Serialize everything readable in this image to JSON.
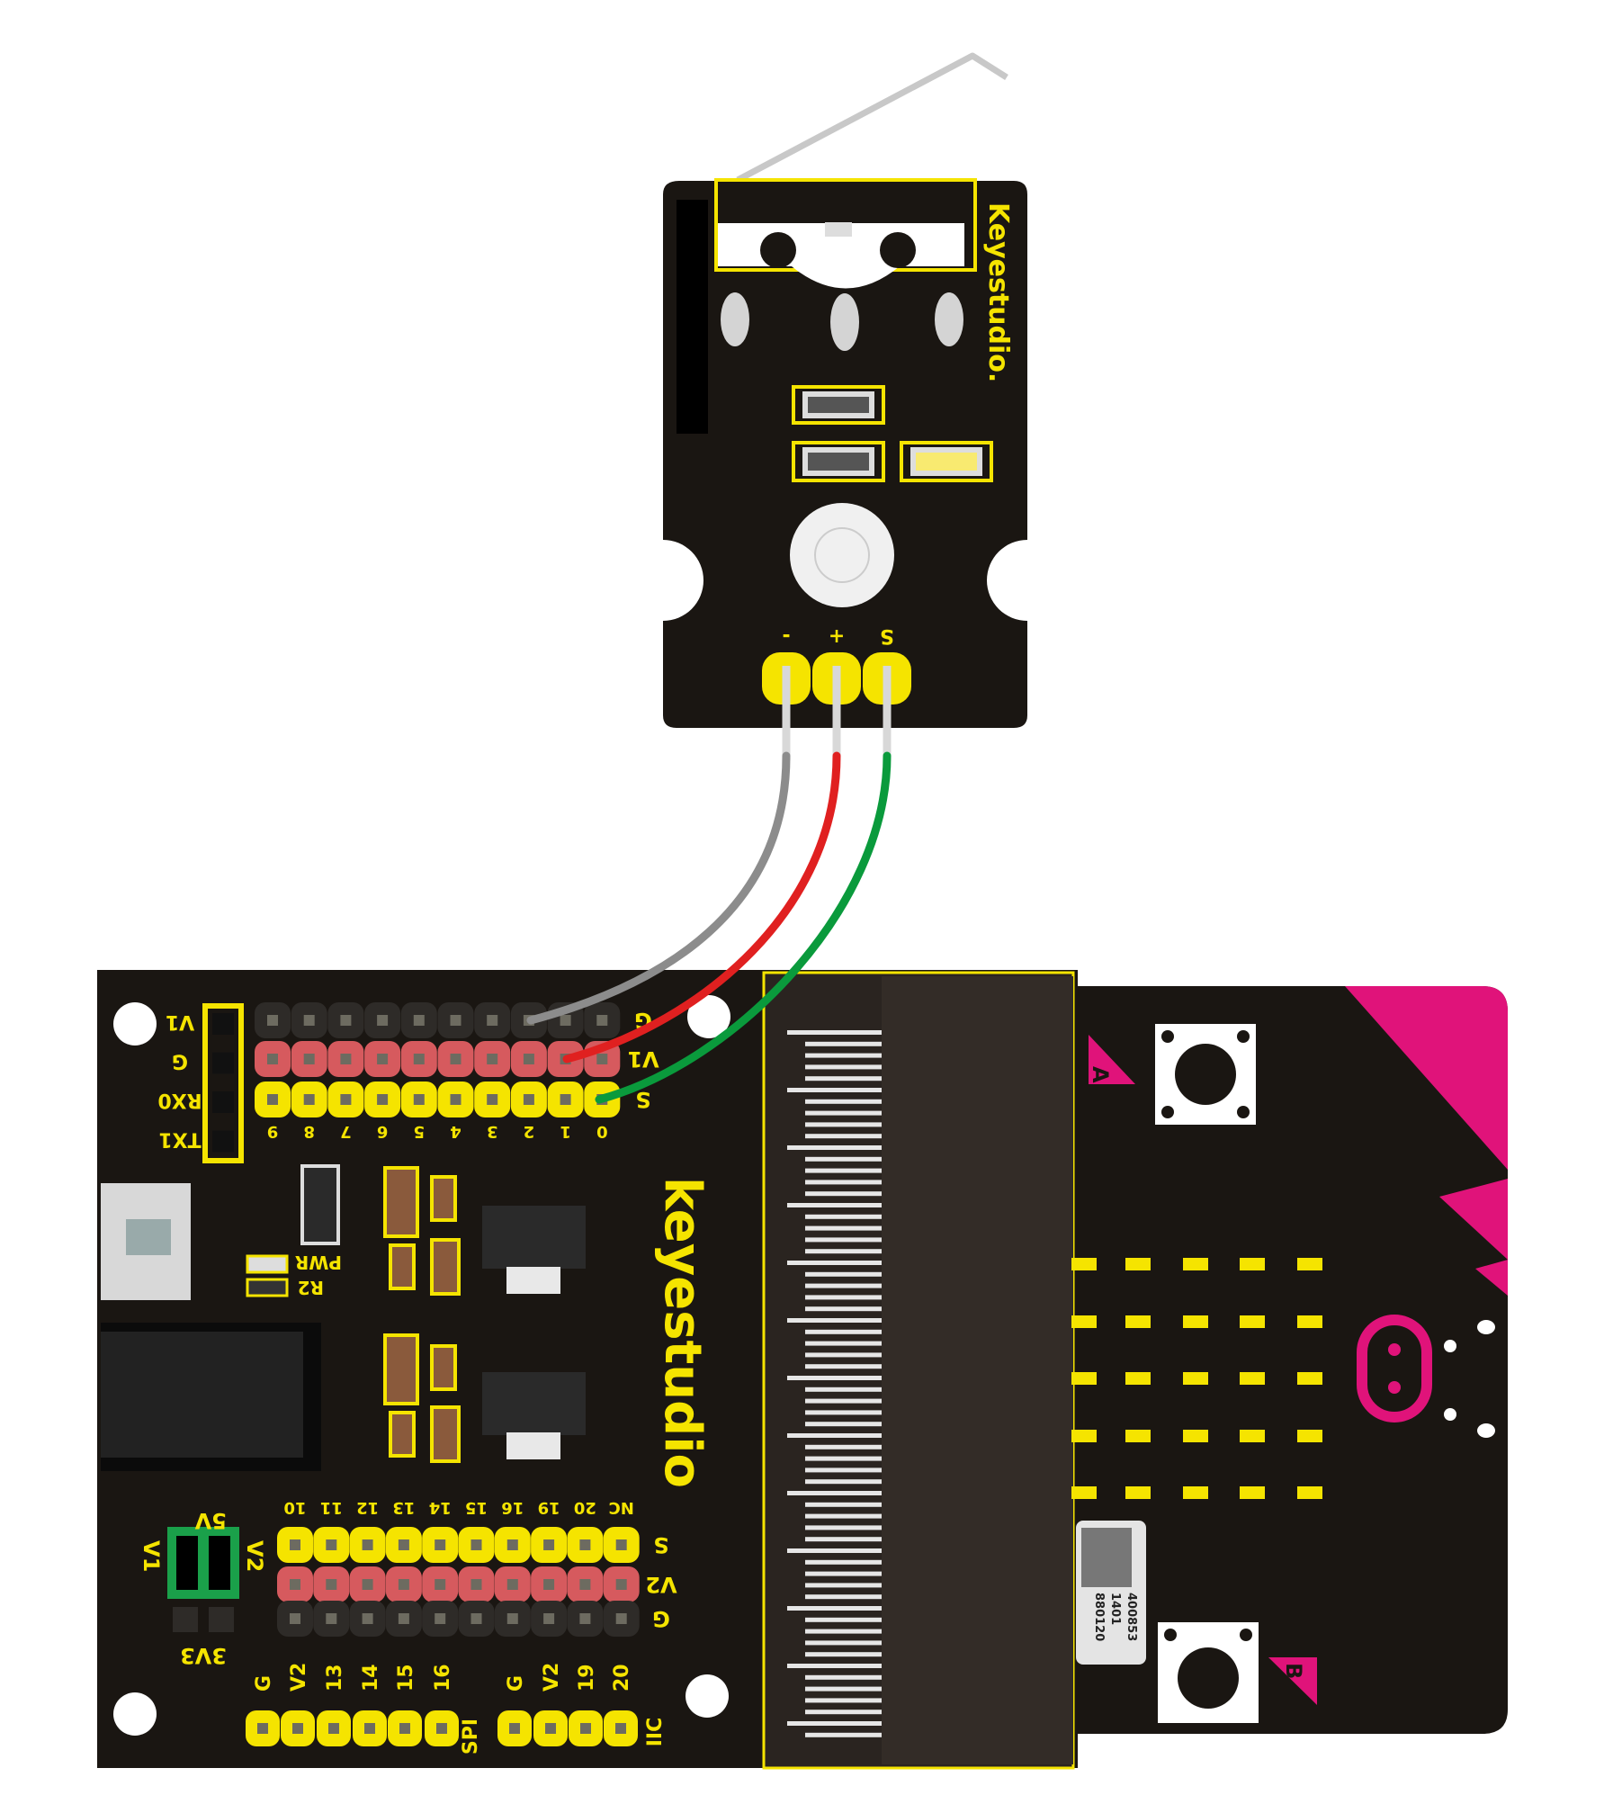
{
  "colors": {
    "pcb": "#1a1612",
    "silk": "#f5e400",
    "header_signal": "#f5e400",
    "header_power": "#d65a5e",
    "header_ground": "#2e2b28",
    "wire_ground": "#8c8c8c",
    "wire_power": "#e02020",
    "wire_signal": "#0a9a3c",
    "microbit_accent": "#e0137a",
    "jumper": "#1aa04a"
  },
  "module": {
    "brand": "Keyestudio.",
    "pins": [
      "-",
      "+",
      "S"
    ]
  },
  "shield": {
    "brand": "keyestudio",
    "top_row_labels": [
      "G",
      "V1",
      "S"
    ],
    "top_pin_numbers": [
      "9",
      "8",
      "7",
      "6",
      "5",
      "4",
      "3",
      "2",
      "1",
      "0"
    ],
    "side_header": [
      "V1",
      "G",
      "RX0",
      "TX1"
    ],
    "pwr_label": "PWR",
    "r2_label": "R2",
    "jumper_labels": {
      "top": "5V",
      "left": "V1",
      "right": "V2",
      "bottom": "3V3"
    },
    "bottom_row_labels": [
      "S",
      "V2",
      "G"
    ],
    "bottom_pin_numbers": [
      "10",
      "11",
      "12",
      "13",
      "14",
      "15",
      "16",
      "19",
      "20",
      "NC"
    ],
    "spi_pins": [
      "G",
      "V2",
      "13",
      "14",
      "15",
      "16"
    ],
    "spi_label": "SPI",
    "iic_pins": [
      "G",
      "V2",
      "19",
      "20"
    ],
    "iic_label": "IIC"
  },
  "microbit": {
    "button_a": "A",
    "button_b": "B",
    "serial_lines": [
      "400853",
      "1401",
      "880120"
    ]
  }
}
